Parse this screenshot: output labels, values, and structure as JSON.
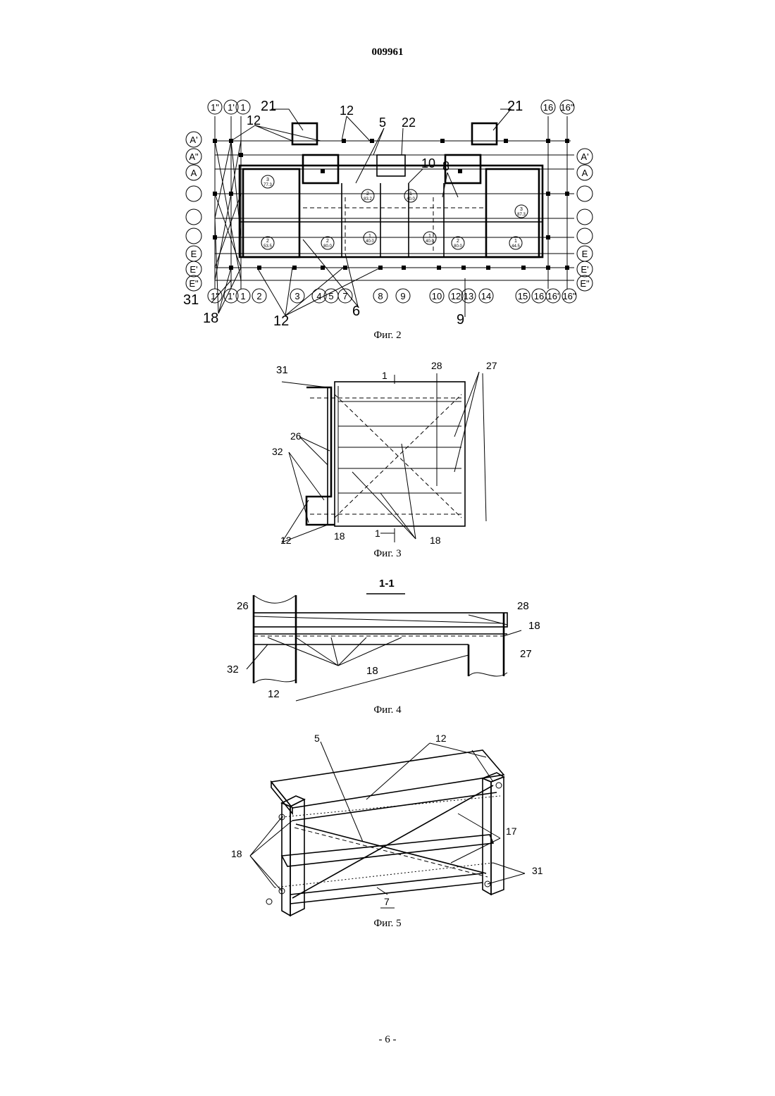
{
  "header": {
    "doc_number": "009961"
  },
  "footer": {
    "page_number": "- 6 -"
  },
  "fig2": {
    "caption": "Фиг. 2",
    "labels": {
      "n21a": "21",
      "n21b": "21",
      "n12a": "12",
      "n12b": "12",
      "n5": "5",
      "n22": "22",
      "n10": "10",
      "n8": "8",
      "n31": "31",
      "n18": "18",
      "n12c": "12",
      "n6": "6",
      "n9": "9"
    },
    "top_axes": [
      "1\"",
      "1'",
      "1",
      "16",
      "16\""
    ],
    "left_axes": [
      "A'",
      "A\"",
      "A",
      "",
      "",
      "",
      "E",
      "E'",
      "E\""
    ],
    "right_axes": [
      "A'",
      "A",
      "",
      "",
      "",
      "E",
      "E'",
      "E\""
    ],
    "bottom_axes": [
      "1\"",
      "1'",
      "1",
      "2",
      "3",
      "4",
      "5",
      "7",
      "8",
      "9",
      "10",
      "12",
      "13",
      "14",
      "15",
      "16",
      "16'",
      "16\""
    ],
    "rooms": [
      {
        "n": "3",
        "a": "77.3"
      },
      {
        "n": "2",
        "a": "83.2"
      },
      {
        "n": "1",
        "a": "40.0"
      },
      {
        "n": "3",
        "a": "87.3"
      },
      {
        "n": "2",
        "a": "53.5"
      },
      {
        "n": "2",
        "a": "80.0"
      },
      {
        "n": "1",
        "a": "40.0"
      },
      {
        "n": "1",
        "a": "40.0"
      },
      {
        "n": "2",
        "a": "80.0"
      },
      {
        "n": "1",
        "a": "44.5"
      }
    ]
  },
  "fig3": {
    "caption": "Фиг. 3",
    "labels": {
      "n31": "31",
      "n1top": "1",
      "n28": "28",
      "n27": "27",
      "n26": "26",
      "n32": "32",
      "n12": "12",
      "n18a": "18",
      "n1bot": "1",
      "n18b": "18"
    }
  },
  "fig4": {
    "caption": "Фиг. 4",
    "section": "1-1",
    "labels": {
      "n26": "26",
      "n28": "28",
      "n18a": "18",
      "n27": "27",
      "n32": "32",
      "n18b": "18",
      "n12": "12"
    }
  },
  "fig5": {
    "caption": "Фиг. 5",
    "labels": {
      "n5": "5",
      "n12": "12",
      "n17": "17",
      "n18": "18",
      "n31": "31",
      "n7": "7"
    }
  }
}
